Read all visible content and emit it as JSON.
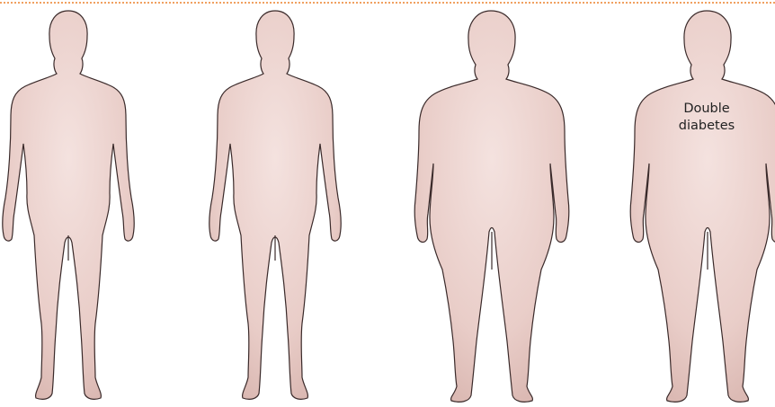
{
  "figures": [
    {
      "id": "figure-1",
      "build": "lean"
    },
    {
      "id": "figure-2",
      "build": "lean"
    },
    {
      "id": "figure-3",
      "build": "obese"
    },
    {
      "id": "figure-4",
      "build": "obese",
      "label_lines": [
        "Double",
        "diabetes"
      ]
    }
  ],
  "colors": {
    "skin": "#ecd3cf",
    "skin_shade": "#d8b5b0",
    "outline": "#3a2a2a",
    "border_accent": "#f0a060"
  }
}
